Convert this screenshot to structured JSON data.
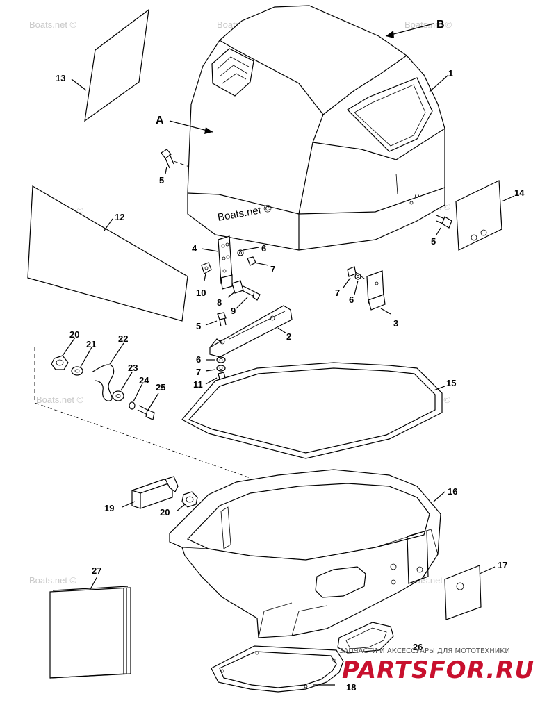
{
  "watermarks": {
    "main": "Boats.net ©",
    "faint": "Boats.net ©"
  },
  "view_labels": {
    "a": "A",
    "b": "B"
  },
  "callouts": {
    "c1": "1",
    "c2": "2",
    "c3": "3",
    "c4": "4",
    "c5a": "5",
    "c5b": "5",
    "c5c": "5",
    "c6a": "6",
    "c6b": "6",
    "c6c": "6",
    "c7a": "7",
    "c7b": "7",
    "c7c": "7",
    "c8": "8",
    "c9": "9",
    "c10": "10",
    "c11": "11",
    "c12": "12",
    "c13": "13",
    "c14": "14",
    "c15": "15",
    "c16": "16",
    "c17": "17",
    "c18": "18",
    "c19": "19",
    "c20a": "20",
    "c20b": "20",
    "c21": "21",
    "c22": "22",
    "c23": "23",
    "c24": "24",
    "c25": "25",
    "c26": "26",
    "c27": "27"
  },
  "brand": {
    "tagline": "ЗАПЧАСТИ И АКСЕССУАРЫ ДЛЯ МОТОТЕХНИКИ",
    "name": "PARTSFOR.RU",
    "color": "#c8102e"
  }
}
